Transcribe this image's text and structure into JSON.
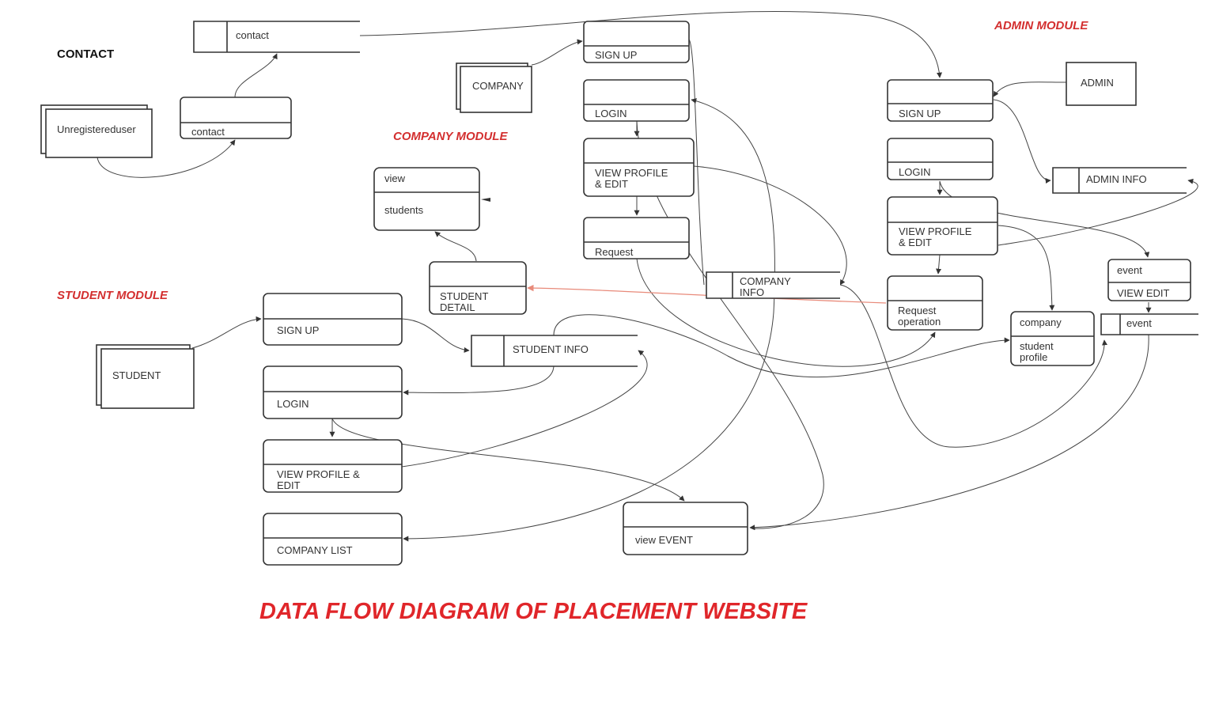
{
  "title": "DATA  FLOW DIAGRAM OF PLACEMENT WEBSITE",
  "sections": {
    "contact": "CONTACT",
    "company": "COMPANY MODULE",
    "student": "STUDENT MODULE",
    "admin": "ADMIN MODULE"
  },
  "entities": {
    "unregistered_user": "Unregistereduser",
    "company": "COMPANY",
    "student": "STUDENT",
    "admin": "ADMIN"
  },
  "processes": {
    "contact_process": {
      "top": "",
      "bottom": "contact"
    },
    "view_students": {
      "top": "view",
      "bottom": "students"
    },
    "student_detail": {
      "top": "",
      "bottom": [
        "STUDENT",
        "DETAIL"
      ]
    },
    "company_sign_up": {
      "top": "",
      "bottom": "SIGN UP"
    },
    "company_login": {
      "top": "",
      "bottom": "LOGIN"
    },
    "company_view_profile": {
      "top": "",
      "bottom": [
        "VIEW PROFILE",
        "& EDIT"
      ]
    },
    "company_request": {
      "top": "",
      "bottom": "Request"
    },
    "student_sign_up": {
      "top": "",
      "bottom": "SIGN UP"
    },
    "student_login": {
      "top": "",
      "bottom": "LOGIN"
    },
    "student_view_profile": {
      "top": "",
      "bottom": [
        "VIEW PROFILE &",
        "EDIT"
      ]
    },
    "student_company_list": {
      "top": "",
      "bottom": "COMPANY LIST"
    },
    "view_event": {
      "top": "",
      "bottom": "view EVENT"
    },
    "admin_sign_up": {
      "top": "",
      "bottom": "SIGN UP"
    },
    "admin_login": {
      "top": "",
      "bottom": "LOGIN"
    },
    "admin_view_profile": {
      "top": "",
      "bottom": [
        "VIEW PROFILE",
        "& EDIT"
      ]
    },
    "request_operation": {
      "top": "",
      "bottom": [
        "Request",
        "operation"
      ]
    },
    "event_view_edit": {
      "top": "event",
      "bottom": "VIEW EDIT"
    },
    "company_student_profile": {
      "top": "company",
      "bottom": [
        "student",
        "profile"
      ]
    }
  },
  "stores": {
    "contact_store": "contact",
    "company_info": [
      "COMPANY",
      "INFO"
    ],
    "student_info": "STUDENT INFO",
    "admin_info": "ADMIN INFO",
    "event_store": "event"
  }
}
